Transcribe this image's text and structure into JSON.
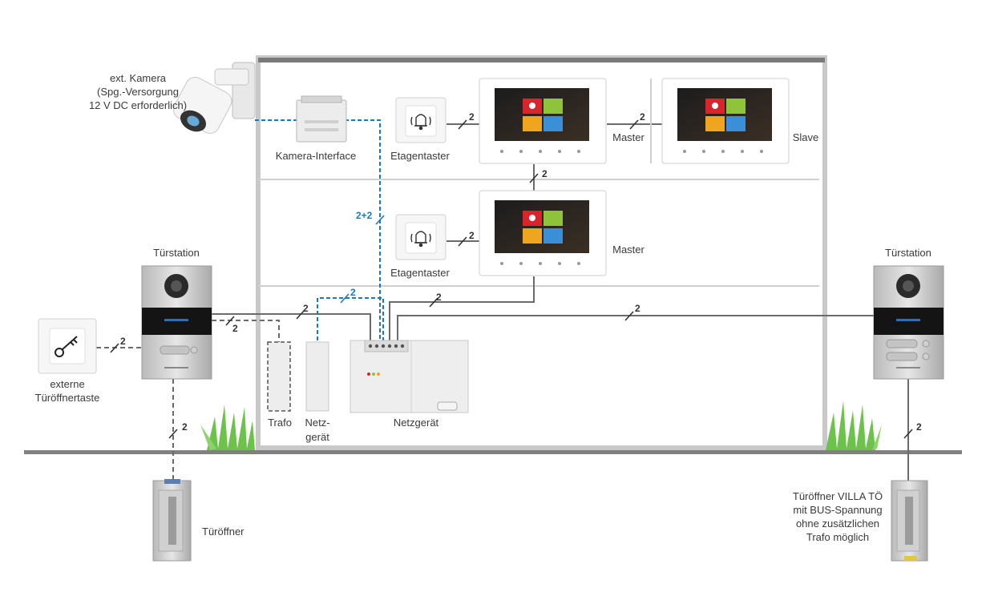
{
  "labels": {
    "ext_camera_line1": "ext. Kamera",
    "ext_camera_line2": "(Spg.-Versorgung",
    "ext_camera_line3": "12 V DC erforderlich)",
    "camera_interface": "Kamera-Interface",
    "etagentaster_top": "Etagentaster",
    "etagentaster_mid": "Etagentaster",
    "master_top": "Master",
    "slave": "Slave",
    "master_mid": "Master",
    "tuerstation_left": "Türstation",
    "tuerstation_right": "Türstation",
    "ext_button_line1": "externe",
    "ext_button_line2": "Türöffnertaste",
    "trafo": "Trafo",
    "netzgeraet_small_line1": "Netz-",
    "netzgeraet_small_line2": "gerät",
    "netzgeraet": "Netzgerät",
    "tueroeffner": "Türöffner",
    "villa_line1": "Türöffner VILLA TÖ",
    "villa_line2": "mit BUS-Spannung",
    "villa_line3": "ohne zusätzlichen",
    "villa_line4": "Trafo möglich"
  },
  "wire_counts": {
    "etagentaster_top": "2",
    "master_slave": "2",
    "master_master": "2",
    "camera_bus": "2+2",
    "etagentaster_mid": "2",
    "netz_small": "2",
    "master_power": "2",
    "station_left_power": "2",
    "ext_button": "2",
    "left_dashed": "2",
    "right_station": "2",
    "left_opener": "2",
    "right_opener": "2"
  },
  "colors": {
    "bus_wire": "#6b6b6b",
    "camera_wire": "#1b78c2",
    "house_wall": "#7a7a7a",
    "ground": "#808080"
  }
}
